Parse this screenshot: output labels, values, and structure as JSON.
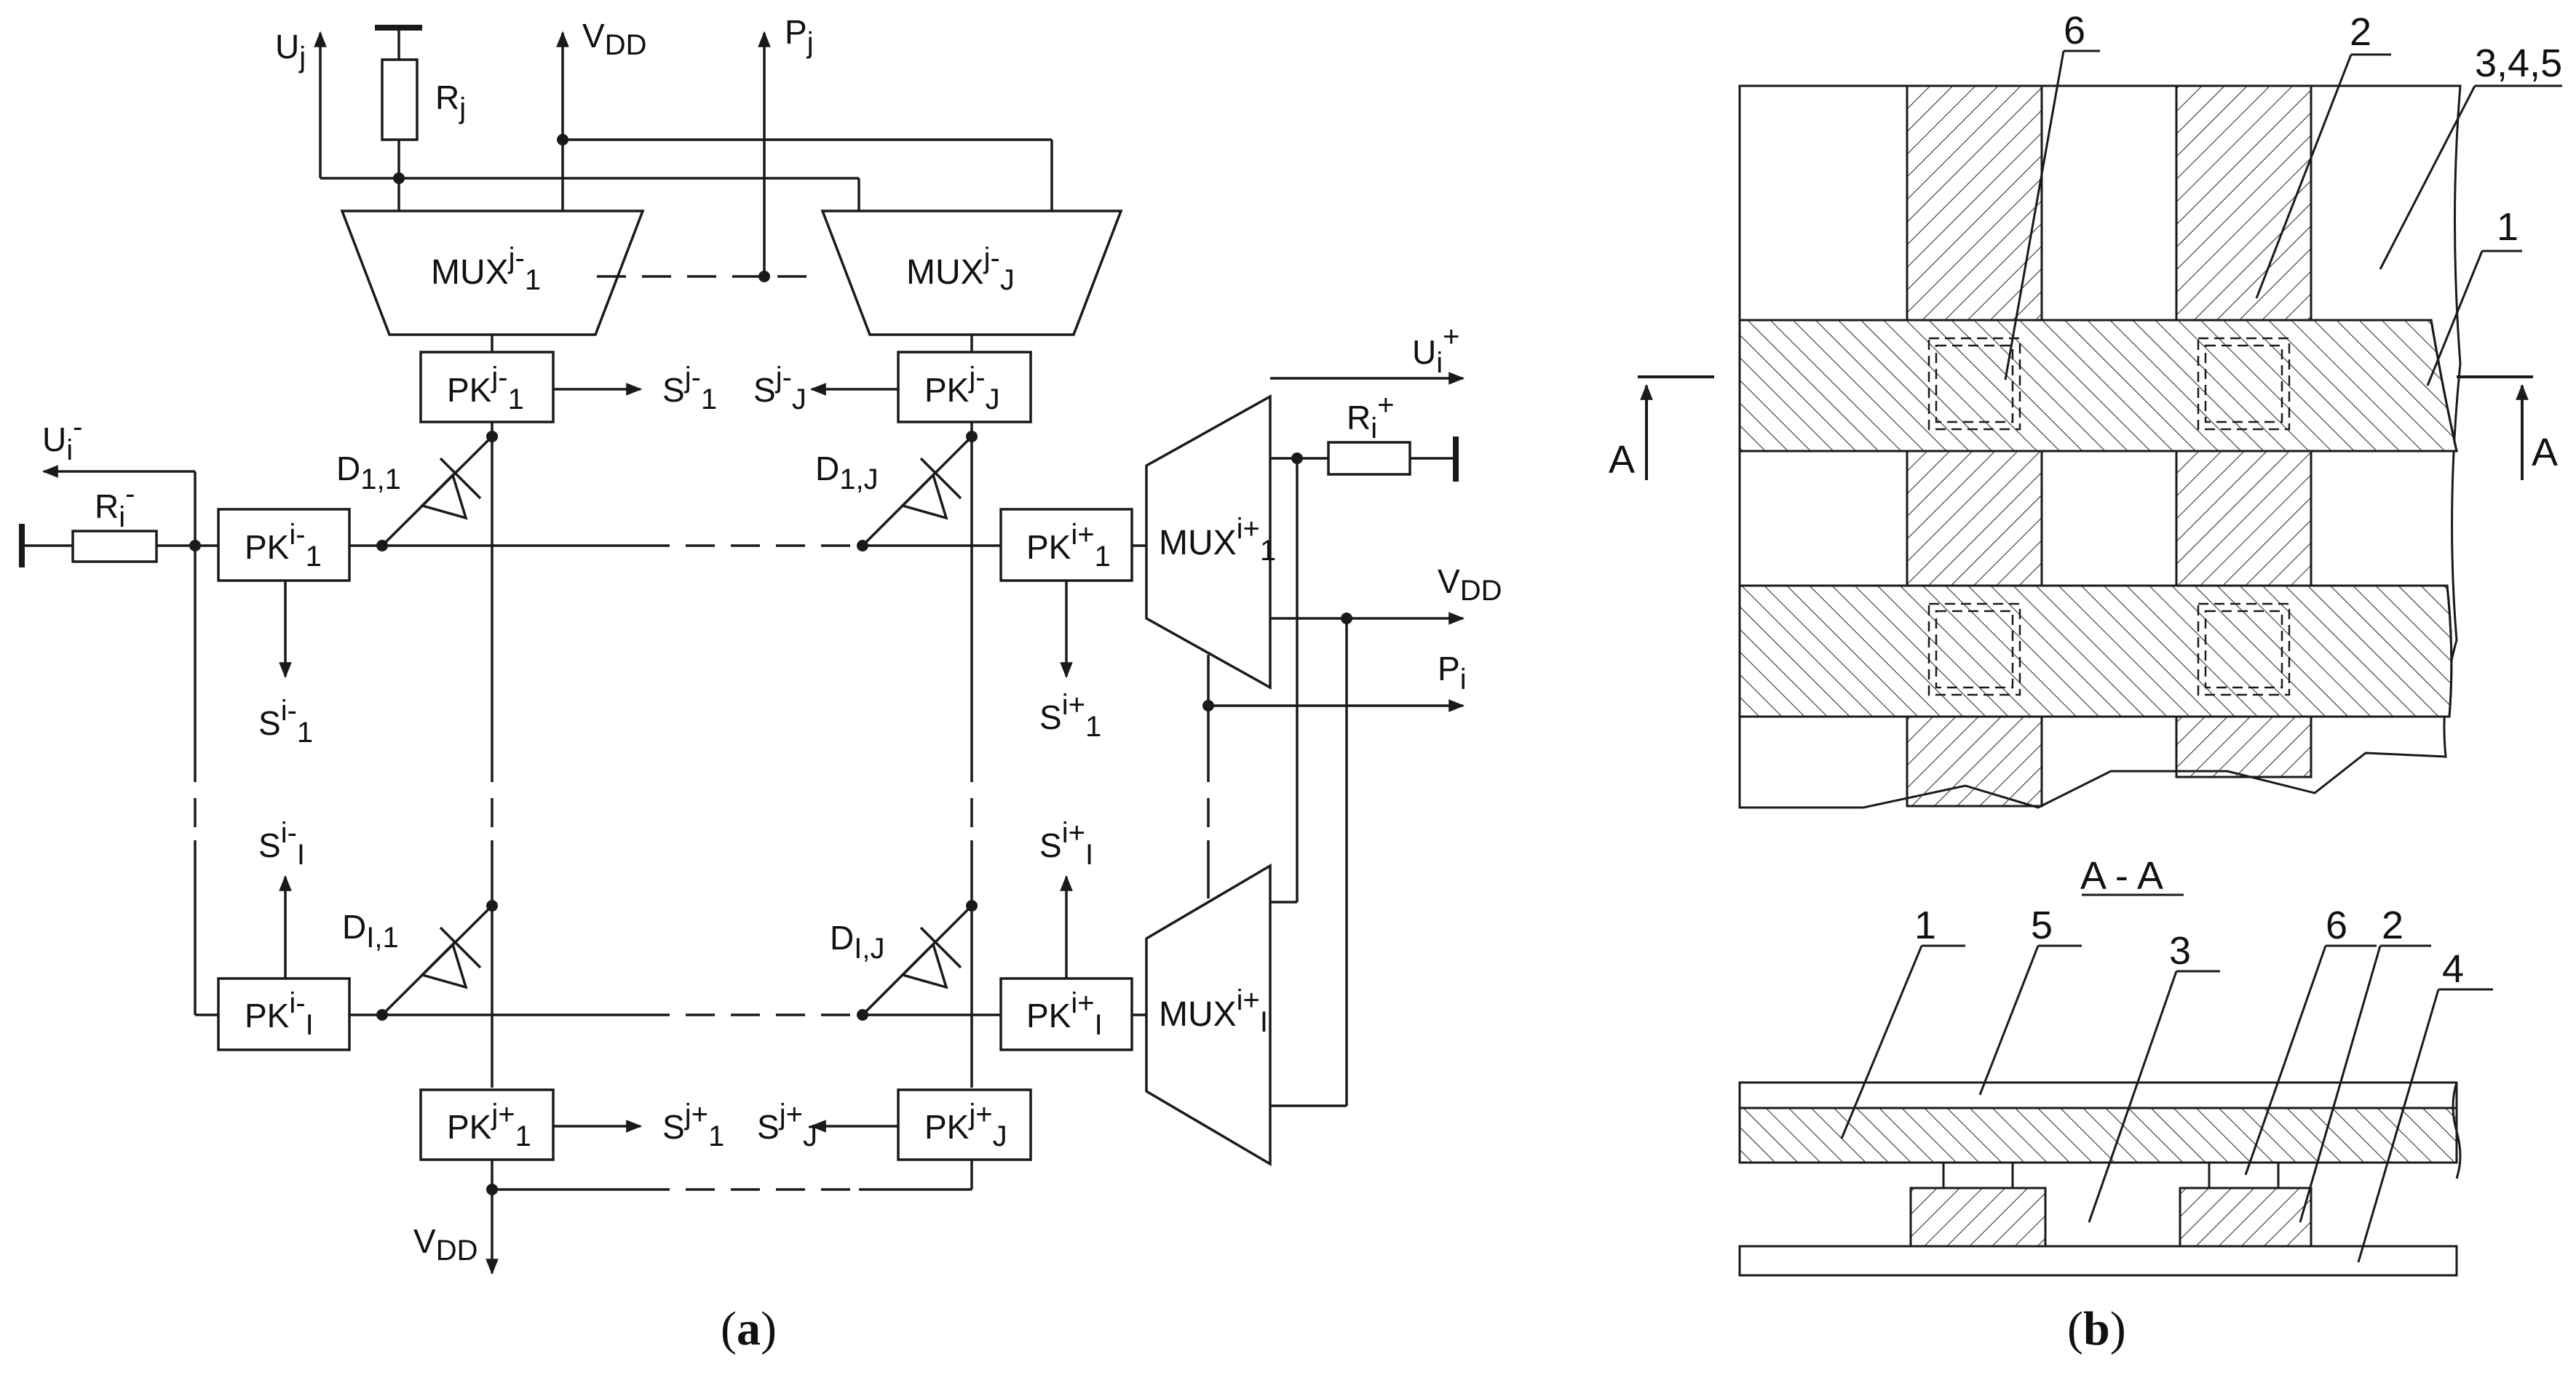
{
  "panel_a": {
    "caption_open": "(",
    "caption_letter": "a",
    "caption_close": ")",
    "labels": {
      "uj": "U",
      "uj_sub": "j",
      "rj": "R",
      "rj_sub": "j",
      "vdd_top": "V",
      "vdd_top_sub": "DD",
      "pj": "P",
      "pj_sub": "j",
      "mux_j1": "MUX",
      "mux_j1_sup": "j-",
      "mux_j1_sub": "1",
      "mux_jJ": "MUX",
      "mux_jJ_sup": "j-",
      "mux_jJ_sub": "J",
      "pk_j1": "PK",
      "pk_j1_sup": "j-",
      "pk_j1_sub": "1",
      "pk_jJ": "PK",
      "pk_jJ_sup": "j-",
      "pk_jJ_sub": "J",
      "s_j1": "S",
      "s_j1_sup": "j-",
      "s_j1_sub": "1",
      "s_jJ": "S",
      "s_jJ_sup": "j-",
      "s_jJ_sub": "J",
      "ui_minus": "U",
      "ui_minus_sub": "i",
      "ui_minus_sup": "-",
      "ri_minus": "R",
      "ri_minus_sub": "i",
      "ri_minus_sup": "-",
      "pk_i1": "PK",
      "pk_i1_sup": "i-",
      "pk_i1_sub": "1",
      "s_i1": "S",
      "s_i1_sup": "i-",
      "s_i1_sub": "1",
      "d11": "D",
      "d11_sub": "1,1",
      "d1J": "D",
      "d1J_sub": "1,J",
      "ui_plus": "U",
      "ui_plus_sub": "i",
      "ui_plus_sup": "+",
      "ri_plus": "R",
      "ri_plus_sub": "i",
      "ri_plus_sup": "+",
      "pk_ip1": "PK",
      "pk_ip1_sup": "i+",
      "pk_ip1_sub": "1",
      "mux_ip1": "MUX",
      "mux_ip1_sup": "i+",
      "mux_ip1_sub": "1",
      "s_ip1": "S",
      "s_ip1_sup": "i+",
      "s_ip1_sub": "1",
      "vdd_right": "V",
      "vdd_right_sub": "DD",
      "pi": "P",
      "pi_sub": "i",
      "s_iI": "S",
      "s_iI_sup": "i-",
      "s_iI_sub": "I",
      "s_ipI": "S",
      "s_ipI_sup": "i+",
      "s_ipI_sub": "I",
      "dI1": "D",
      "dI1_sub": "I,1",
      "dIJ": "D",
      "dIJ_sub": "I,J",
      "pk_iI": "PK",
      "pk_iI_sup": "i-",
      "pk_iI_sub": "I",
      "pk_ipI": "PK",
      "pk_ipI_sup": "i+",
      "pk_ipI_sub": "I",
      "mux_ipI": "MUX",
      "mux_ipI_sup": "i+",
      "mux_ipI_sub": "I",
      "pk_jp1": "PK",
      "pk_jp1_sup": "j+",
      "pk_jp1_sub": "1",
      "pk_jpJ": "PK",
      "pk_jpJ_sup": "j+",
      "pk_jpJ_sub": "J",
      "s_jp1": "S",
      "s_jp1_sup": "j+",
      "s_jp1_sub": "1",
      "s_jpJ": "S",
      "s_jpJ_sup": "j+",
      "s_jpJ_sub": "J",
      "vdd_bottom": "V",
      "vdd_bottom_sub": "DD"
    }
  },
  "panel_b": {
    "caption_open": "(",
    "caption_letter": "b",
    "caption_close": ")",
    "top_labels": [
      "6",
      "2",
      "3,4,5",
      "1"
    ],
    "section_marker": "A",
    "section_title": "A - A",
    "section_labels": [
      "1",
      "5",
      "3",
      "6",
      "2",
      "4"
    ]
  },
  "colors": {
    "line": "#1a1a1a",
    "background": "#ffffff"
  }
}
